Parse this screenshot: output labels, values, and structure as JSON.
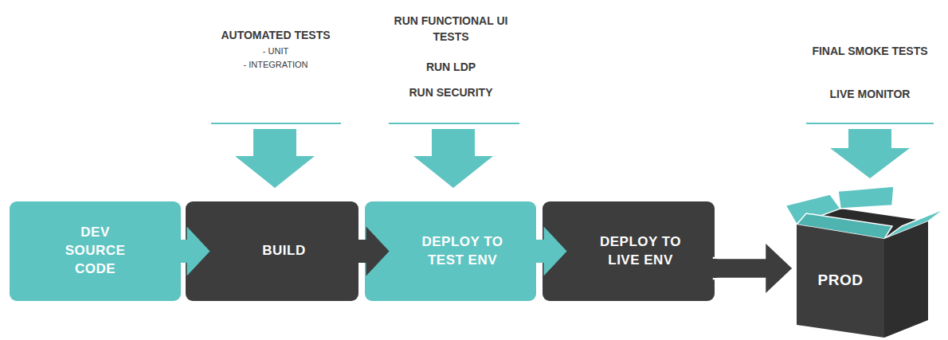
{
  "diagram": {
    "nodes": [
      {
        "text": [
          "DEV SOURCE CODE"
        ]
      },
      {
        "text": [
          "BUILD"
        ]
      },
      {
        "text": [
          "DEPLOY TO TEST ENV"
        ]
      },
      {
        "text": [
          "DEPLOY TO LIVE ENV"
        ]
      },
      {
        "text": [
          "PROD"
        ]
      }
    ],
    "edges": [
      {
        "from": 0,
        "to": 1,
        "arrow": "to"
      },
      {
        "from": 1,
        "to": 2,
        "arrow": "to"
      },
      {
        "from": 2,
        "to": 3,
        "arrow": "to"
      },
      {
        "from": 3,
        "to": 4,
        "arrow": "to"
      }
    ],
    "labels": [
      "AUTOMATED TESTS",
      "- UNIT",
      "- INTEGRATION",
      "RUN FUNCTIONAL UI TESTS",
      "RUN LDP",
      "RUN SECURITY",
      "FINAL SMOKE TESTS",
      "LIVE MONITOR"
    ]
  }
}
